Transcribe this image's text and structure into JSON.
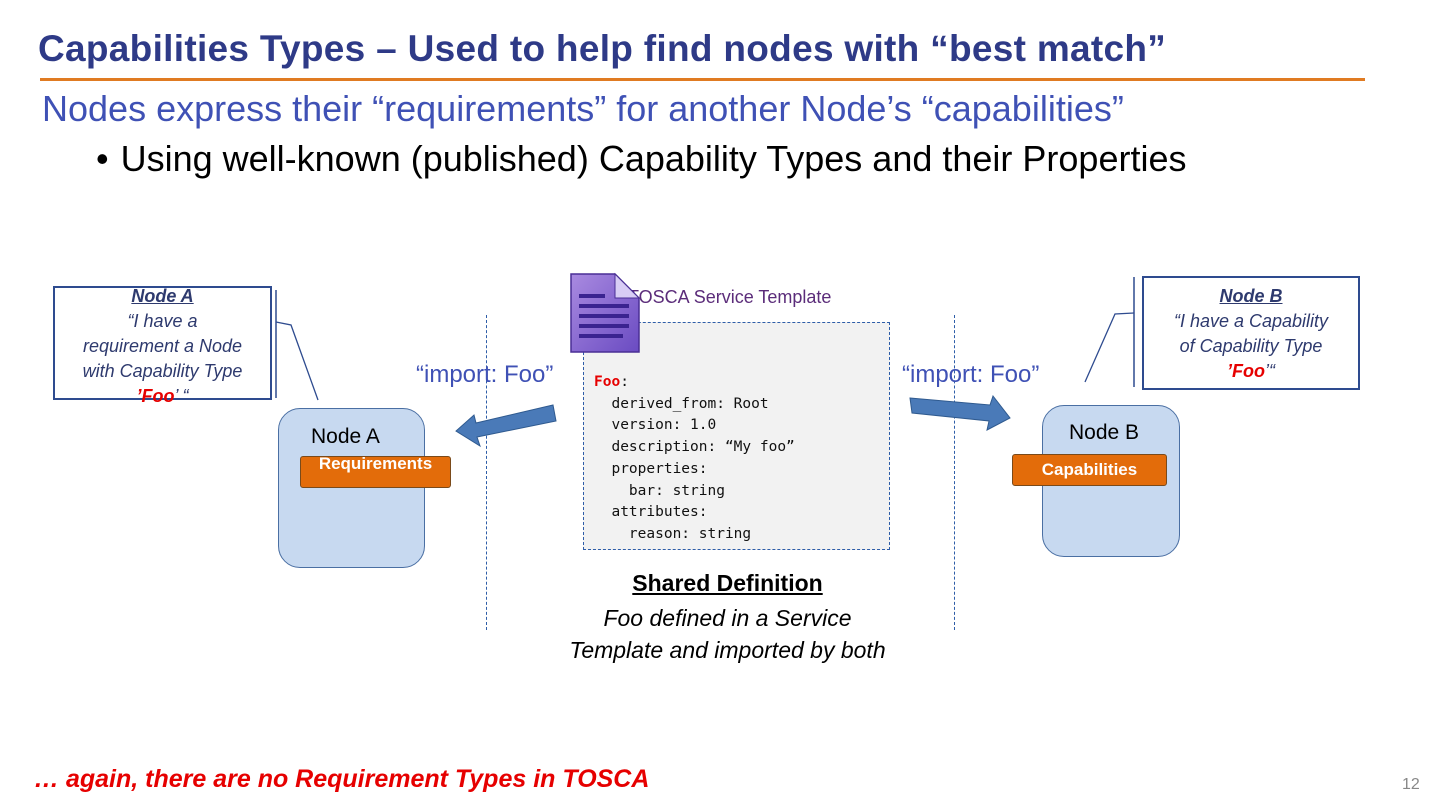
{
  "slide": {
    "title": "Capabilities Types – Used to help find nodes with “best match”",
    "subtitle": "Nodes express their “requirements” for another Node’s “capabilities”",
    "bullet": "Using well-known (published) Capability Types and their Properties",
    "footer": "… again, there are no Requirement Types in TOSCA",
    "page_number": "12"
  },
  "callout_a": {
    "heading": "Node A",
    "line1": "“I have a",
    "line2": "requirement a Node",
    "line3": "with Capability Type",
    "pre": "’",
    "type_name": "Foo",
    "post": "’ “"
  },
  "callout_b": {
    "heading": "Node B",
    "line1": "“I have a Capability",
    "line2": "of Capability Type",
    "pre": "’",
    "type_name": "Foo",
    "post": "’“"
  },
  "node_a": {
    "title": "Node A",
    "tag": "Requirements"
  },
  "node_b": {
    "title": "Node B",
    "tag": "Capabilities"
  },
  "imports": {
    "left": "“import: Foo”",
    "right": "“import: Foo”"
  },
  "service_template": {
    "title": "TOSCA Service Template",
    "code": {
      "name": "Foo",
      "colon": ":",
      "lines": [
        "  derived_from: Root",
        "  version: 1.0",
        "  description: “My foo”",
        "  properties:",
        "    bar: string",
        "  attributes:",
        "    reason: string"
      ]
    }
  },
  "shared": {
    "heading": "Shared Definition",
    "text": "Foo defined in a Service Template and imported by both"
  },
  "colors": {
    "title": "#2e3a87",
    "rule": "#e07b22",
    "accent_red": "#e60000",
    "node_fill": "#c7d9f0",
    "tag_fill": "#e36c0a",
    "arrow": "#4a7ab8"
  }
}
